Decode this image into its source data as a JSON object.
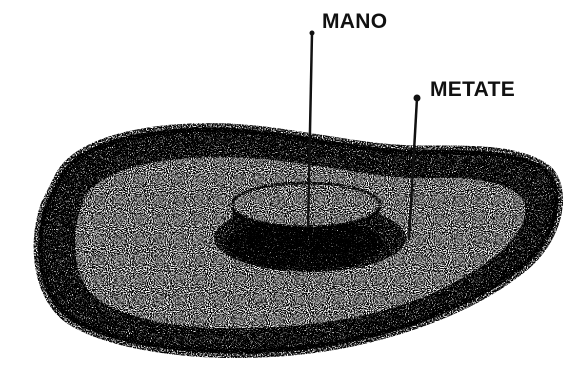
{
  "labels": {
    "mano": "MANO",
    "metate": "METATE"
  },
  "colors": {
    "ink": "#111111",
    "paper": "#ffffff"
  },
  "illustration": {
    "style": "stipple",
    "objects": [
      "metate-stone",
      "mano-stone"
    ]
  }
}
